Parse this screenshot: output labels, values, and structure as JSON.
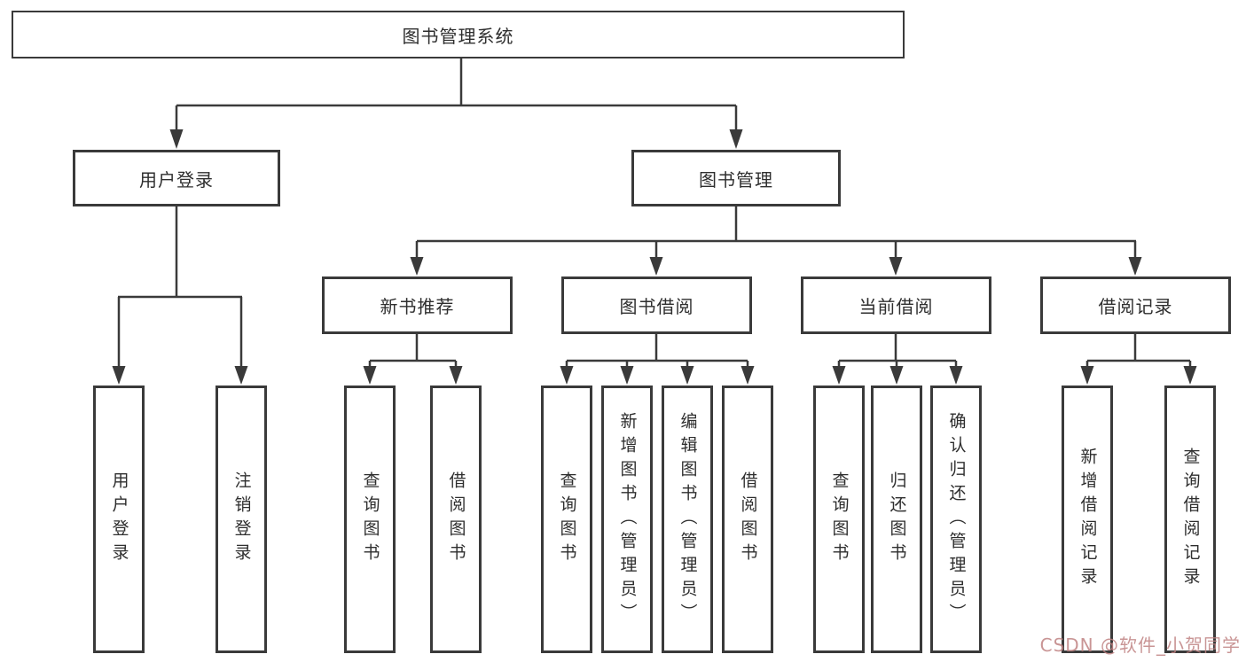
{
  "diagram_title": "图书管理系统",
  "colors": {
    "line": "#3a3a3a",
    "border": "#3a3a3a",
    "text": "#2e2e2e",
    "background": "#ffffff",
    "watermark": "#c08282"
  },
  "nodes": {
    "root": {
      "label": "图书管理系统"
    },
    "level1": [
      {
        "label": "用户登录",
        "parent": "图书管理系统"
      },
      {
        "label": "图书管理",
        "parent": "图书管理系统"
      }
    ],
    "level2": [
      {
        "label": "新书推荐",
        "parent": "图书管理"
      },
      {
        "label": "图书借阅",
        "parent": "图书管理"
      },
      {
        "label": "当前借阅",
        "parent": "图书管理"
      },
      {
        "label": "借阅记录",
        "parent": "图书管理"
      }
    ],
    "level3": [
      {
        "label": "用户登录",
        "parent": "用户登录"
      },
      {
        "label": "注销登录",
        "parent": "用户登录"
      },
      {
        "label": "查询图书",
        "parent": "新书推荐"
      },
      {
        "label": "借阅图书",
        "parent": "新书推荐"
      },
      {
        "label": "查询图书",
        "parent": "图书借阅"
      },
      {
        "label": "新增图书（管理员）",
        "parent": "图书借阅"
      },
      {
        "label": "编辑图书（管理员）",
        "parent": "图书借阅"
      },
      {
        "label": "借阅图书",
        "parent": "图书借阅"
      },
      {
        "label": "查询图书",
        "parent": "当前借阅"
      },
      {
        "label": "归还图书",
        "parent": "当前借阅"
      },
      {
        "label": "确认归还（管理员）",
        "parent": "当前借阅"
      },
      {
        "label": "新增借阅记录",
        "parent": "借阅记录"
      },
      {
        "label": "查询借阅记录",
        "parent": "借阅记录"
      }
    ]
  },
  "watermark": {
    "text": "CSDN @软件_小贺同学"
  }
}
